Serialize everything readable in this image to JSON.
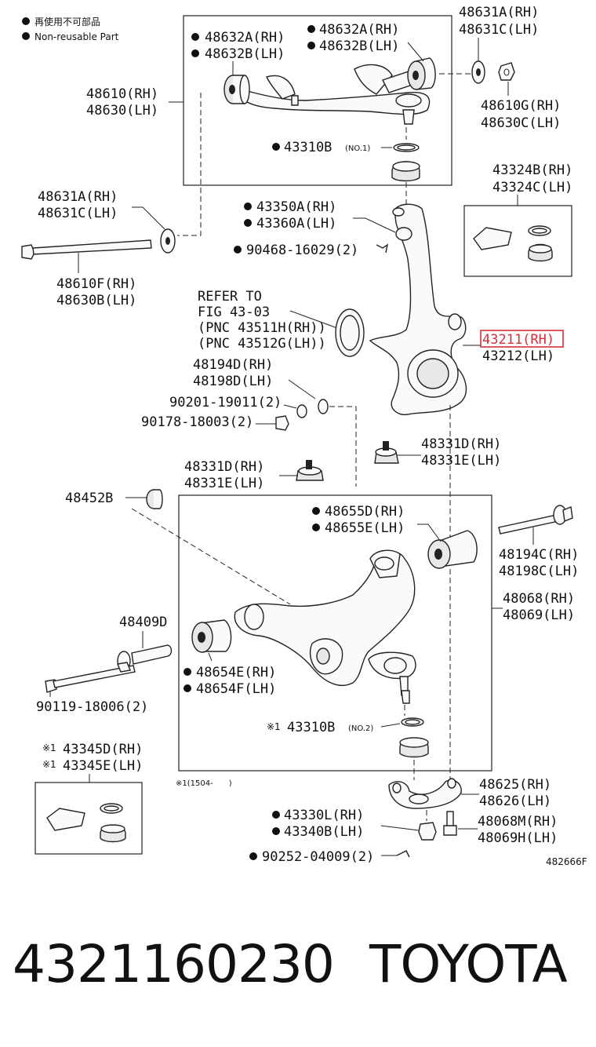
{
  "legend": {
    "nonreusable_jp": "再使用不可部品",
    "nonreusable_en": "Non-reusable Part"
  },
  "labels": {
    "p48632A_left": "48632A(RH)",
    "p48632B_left": "48632B(LH)",
    "p48632A_right": "48632A(RH)",
    "p48632B_right": "48632B(LH)",
    "p48631A_top": "48631A(RH)",
    "p48631C_top": "48631C(LH)",
    "p48610": "48610(RH)",
    "p48630": "48630(LH)",
    "p48610G": "48610G(RH)",
    "p48630C": "48630C(LH)",
    "p43310B_1": "43310B",
    "no1": "(NO.1)",
    "p43324B": "43324B(RH)",
    "p43324C": "43324C(LH)",
    "p48631A_mid": "48631A(RH)",
    "p48631C_mid": "48631C(LH)",
    "p43350A": "43350A(RH)",
    "p43360A": "43360A(LH)",
    "p90468": "90468-16029(2)",
    "p48610F": "48610F(RH)",
    "p48630B": "48630B(LH)",
    "refer1": "REFER TO",
    "refer2": "FIG 43-03",
    "refer3": "(PNC 43511H(RH))",
    "refer4": "(PNC 43512G(LH))",
    "p43211": "43211(RH)",
    "p43212": "43212(LH)",
    "p48194D": "48194D(RH)",
    "p48198D": "48198D(LH)",
    "p90201": "90201-19011(2)",
    "p90178": "90178-18003(2)",
    "p48331D_r": "48331D(RH)",
    "p48331E_r": "48331E(LH)",
    "p48331D_l": "48331D(RH)",
    "p48331E_l": "48331E(LH)",
    "p48452B": "48452B",
    "p48655D": "48655D(RH)",
    "p48655E": "48655E(LH)",
    "p48194C": "48194C(RH)",
    "p48198C": "48198C(LH)",
    "p48068": "48068(RH)",
    "p48069": "48069(LH)",
    "p48409D": "48409D",
    "p48654E": "48654E(RH)",
    "p48654F": "48654F(LH)",
    "p90119": "90119-18006(2)",
    "p43310B_2": "43310B",
    "no2": "(NO.2)",
    "mark1": "※1",
    "p43345D": "43345D(RH)",
    "p43345E": "43345E(LH)",
    "note1504": "※1(1504-　　)",
    "p48625": "48625(RH)",
    "p48626": "48626(LH)",
    "p43330L": "43330L(RH)",
    "p43340B": "43340B(LH)",
    "p48068M": "48068M(RH)",
    "p48069H": "48069H(LH)",
    "p90252": "90252-04009(2)",
    "figure_id": "482666F"
  },
  "highlight": {
    "color": "#d2303a"
  },
  "footer": {
    "part_number": "4321160230",
    "brand": "TOYOTA"
  }
}
